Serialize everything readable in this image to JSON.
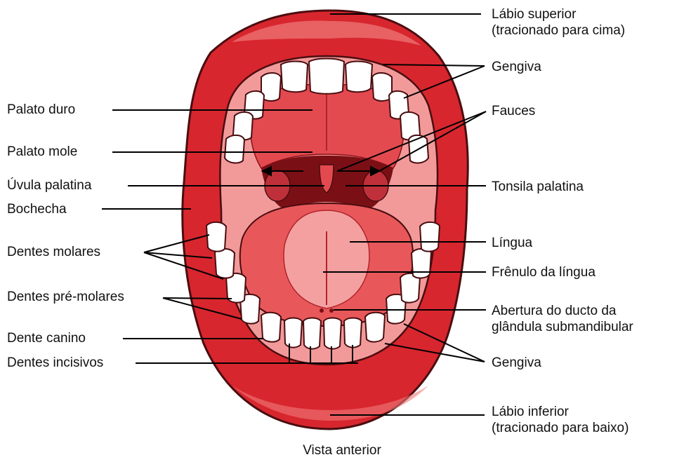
{
  "labels": {
    "left": {
      "palato_duro": "Palato duro",
      "palato_mole": "Palato mole",
      "uvula": "Úvula palatina",
      "bochecha": "Bochecha",
      "dentes_molares": "Dentes molares",
      "dentes_pre_molares": "Dentes pré-molares",
      "dente_canino": "Dente canino",
      "dentes_incisivos": "Dentes incisivos"
    },
    "right": {
      "labio_superior_1": "Lábio superior",
      "labio_superior_2": "(tracionado para cima)",
      "gengiva_superior": "Gengiva",
      "fauces": "Fauces",
      "tonsila_palatina": "Tonsila palatina",
      "lingua": "Língua",
      "frenulo": "Frênulo da língua",
      "abertura_1": "Abertura do ducto da",
      "abertura_2": "glândula submandibular",
      "gengiva_inferior": "Gengiva",
      "labio_inferior_1": "Lábio inferior",
      "labio_inferior_2": "(tracionado para baixo)"
    }
  },
  "caption": "Vista anterior",
  "colors": {
    "lip": "#d8262e",
    "lip_dark": "#8a1118",
    "lip_light": "#f07a7a",
    "gum": "#f29a9a",
    "palate": "#e34a50",
    "throat": "#7a1015",
    "tongue": "#e8585a",
    "tongue_light": "#f4a0a0",
    "tooth": "#ffffff",
    "outline": "#4a0d10",
    "leader": "#000000"
  }
}
